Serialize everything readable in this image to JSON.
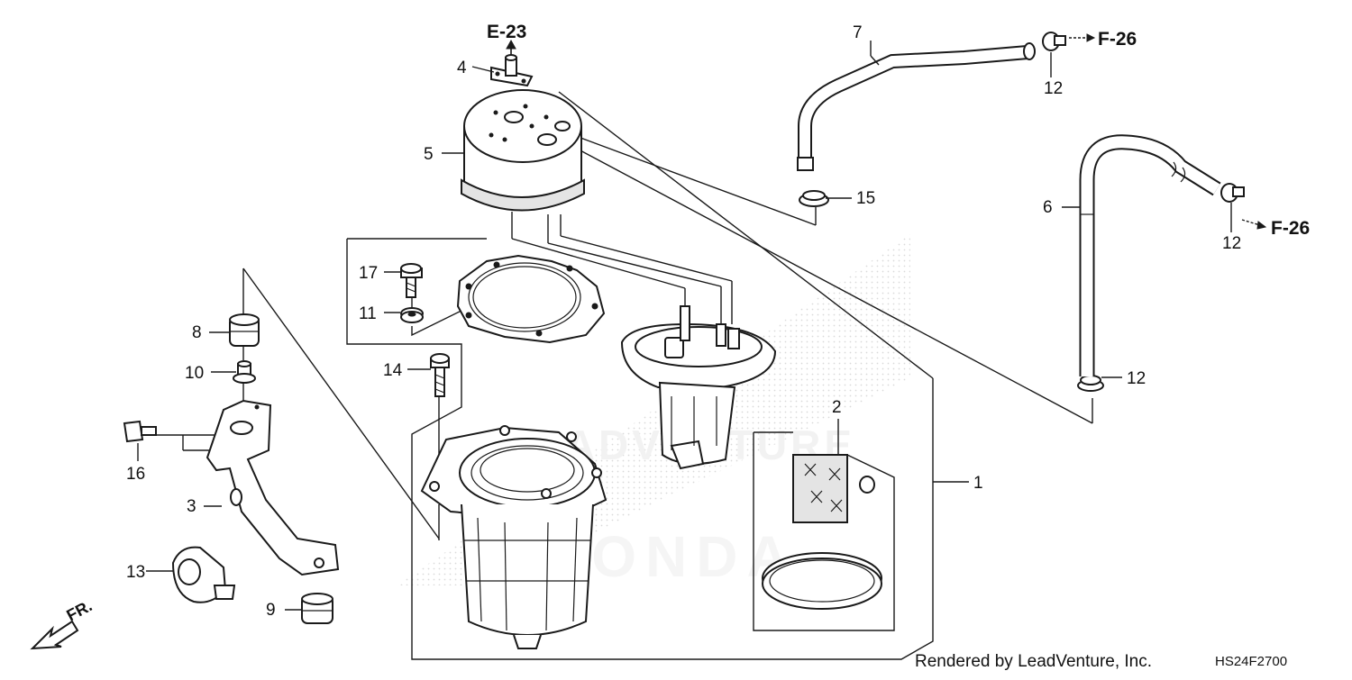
{
  "diagram": {
    "callouts": [
      {
        "id": "c1",
        "label": "1"
      },
      {
        "id": "c2",
        "label": "2"
      },
      {
        "id": "c3",
        "label": "3"
      },
      {
        "id": "c4",
        "label": "4"
      },
      {
        "id": "c5",
        "label": "5"
      },
      {
        "id": "c6",
        "label": "6"
      },
      {
        "id": "c7",
        "label": "7"
      },
      {
        "id": "c8",
        "label": "8"
      },
      {
        "id": "c9",
        "label": "9"
      },
      {
        "id": "c10",
        "label": "10"
      },
      {
        "id": "c11",
        "label": "11"
      },
      {
        "id": "c12a",
        "label": "12"
      },
      {
        "id": "c12b",
        "label": "12"
      },
      {
        "id": "c12c",
        "label": "12"
      },
      {
        "id": "c13",
        "label": "13"
      },
      {
        "id": "c14",
        "label": "14"
      },
      {
        "id": "c15",
        "label": "15"
      },
      {
        "id": "c16",
        "label": "16"
      },
      {
        "id": "c17",
        "label": "17"
      }
    ],
    "references": {
      "e23": "E-23",
      "f26_top": "F-26",
      "f26_right": "F-26"
    },
    "direction_label": "FR.",
    "watermark_text": "LEADVENTURE",
    "watermark_brand": "HONDA"
  },
  "footer": {
    "credit": "Rendered by LeadVenture, Inc.",
    "diagram_code": "HS24F2700"
  },
  "colors": {
    "ink": "#1a1a1a",
    "paper": "#ffffff",
    "watermark": "#e6e6e6"
  }
}
